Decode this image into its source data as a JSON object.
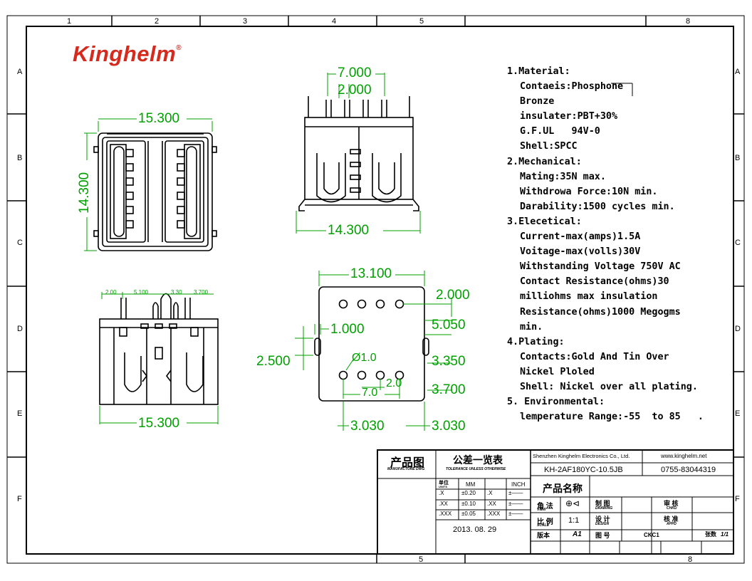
{
  "brand": {
    "name": "Kinghelm",
    "mark": "®",
    "color": "#d52b1e"
  },
  "colors": {
    "dimension": "#00a000",
    "outline": "#000000"
  },
  "ruler": {
    "top": [
      "1",
      "2",
      "3",
      "4",
      "5",
      "8"
    ],
    "left": [
      "A",
      "B",
      "C",
      "D",
      "E",
      "F"
    ],
    "bottom": [
      "5",
      "8"
    ]
  },
  "specs": [
    "1.Material:",
    "Contaeis:Phosphone",
    "Bronze",
    "insulater:PBT+30%",
    "G.F.UL   94V-0",
    "Shell:SPCC",
    "2.Mechanical:",
    "Mating:35N max.",
    "Withdrowa Force:10N min.",
    "Darability:1500 cycles min.",
    "3.Elecetical:",
    "Current-max(amps)1.5A",
    "Voitage-max(volls)30V",
    "Withstanding Voltage 750V AC",
    "Contact Resistance(ohms)30",
    "milliohms max insulation",
    "Resistance(ohms)1000 Megogms",
    "min.",
    "4.Plating:",
    "Contacts:Gold And Tin Over",
    "Nickel Ploled",
    "Shell: Nickel over all plating.",
    "5. Environmental:",
    "lemperature Range:-55  to 85   ."
  ],
  "dimensions": {
    "front_width": "15.300",
    "front_height": "14.300",
    "side_width": "7.000",
    "side_pitch": "2.000",
    "side_base": "14.300",
    "bottom_width": "15.300",
    "bottom_a": "2.00",
    "bottom_b": "5.100",
    "bottom_c": "3.30",
    "bottom_d": "3.700",
    "pcb_width": "13.100",
    "pcb_pitch": "2.000",
    "pcb_slot": "1.000",
    "pcb_right": "5.050",
    "pcb_left": "2.500",
    "pcb_hole": "Ø1.0",
    "pcb_row": "3.350",
    "pcb_span": "7.0",
    "pcb_2": "2.0",
    "pcb_3700": "3.700",
    "pcb_3030a": "3.030",
    "pcb_3030b": "3.030"
  },
  "title_block": {
    "product_drawing": "产品图",
    "product_drawing_en": "MANUFACTURE DWG",
    "tolerance": "公差一览表",
    "tolerance_en": "TOLERANCE UNLESS OTHERWISE",
    "unit": "单位",
    "unit_en": "UNITS",
    "mm": "MM",
    "inch": "INCH",
    "rows": [
      {
        "p": ".X",
        "mm": "±0.20",
        "ip": ".X",
        "in": "±——"
      },
      {
        "p": ".XX",
        "mm": "±0.10",
        "ip": ".XX",
        "in": "±——"
      },
      {
        "p": ".XXX",
        "mm": "±0.05",
        "ip": ".XXX",
        "in": "±——"
      }
    ],
    "date": "2013. 08. 29",
    "company": "Shenzhen Kinghelm Electronics Co., Ltd.",
    "website": "www.kinghelm.net",
    "part_no": "KH-2AF180YC-10.5JB",
    "phone": "0755-83044319",
    "product_name": "产品名称",
    "view": "角 法",
    "view_en": "VIEW",
    "drawing": "制 图",
    "drawing_en": "DRAWING",
    "check": "审 核",
    "check_en": "CHKD",
    "scale": "比 例",
    "scale_en": "SCALE",
    "scale_val": "1:1",
    "design": "设 计",
    "design_en": "DESIGN",
    "approve": "核 准",
    "approve_en": "APPD",
    "version": "版本",
    "version_val": "A1",
    "drawing_no": "图 号",
    "ckc": "CKC1",
    "sheet_label": "张数",
    "sheet_val": "1/1"
  }
}
